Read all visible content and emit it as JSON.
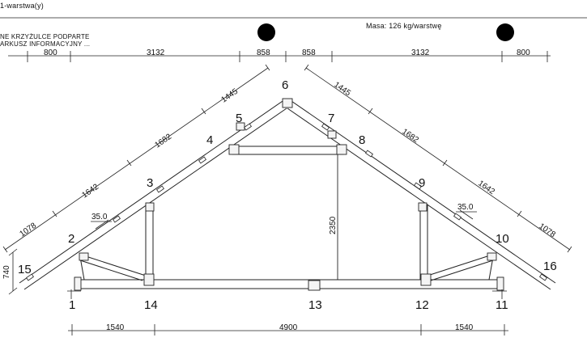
{
  "header": {
    "title": "1-warstwa(y)",
    "note_line1": "NE KRZYŻULCE PODPARTE",
    "note_line2": "ARKUSZ INFORMACYJNY ...",
    "mass": "Masa: 126 kg/warstwę"
  },
  "dimensions": {
    "top": [
      "800",
      "3132",
      "858",
      "858",
      "3132",
      "800"
    ],
    "left_slope": [
      "1078",
      "1642",
      "1682",
      "1445"
    ],
    "right_slope": [
      "1445",
      "1682",
      "1642",
      "1078"
    ],
    "bottom": [
      "1540",
      "4900",
      "1540"
    ],
    "left_height": "740",
    "center_height": "2350",
    "pitch_left": "35.0",
    "pitch_right": "35.0"
  },
  "nodes": {
    "n1": "1",
    "n2": "2",
    "n3": "3",
    "n4": "4",
    "n5": "5",
    "n6": "6",
    "n7": "7",
    "n8": "8",
    "n9": "9",
    "n10": "10",
    "n11": "11",
    "n12": "12",
    "n13": "13",
    "n14": "14",
    "n15": "15",
    "n16": "16"
  },
  "colors": {
    "ink": "#111111",
    "marker": "#000000"
  }
}
